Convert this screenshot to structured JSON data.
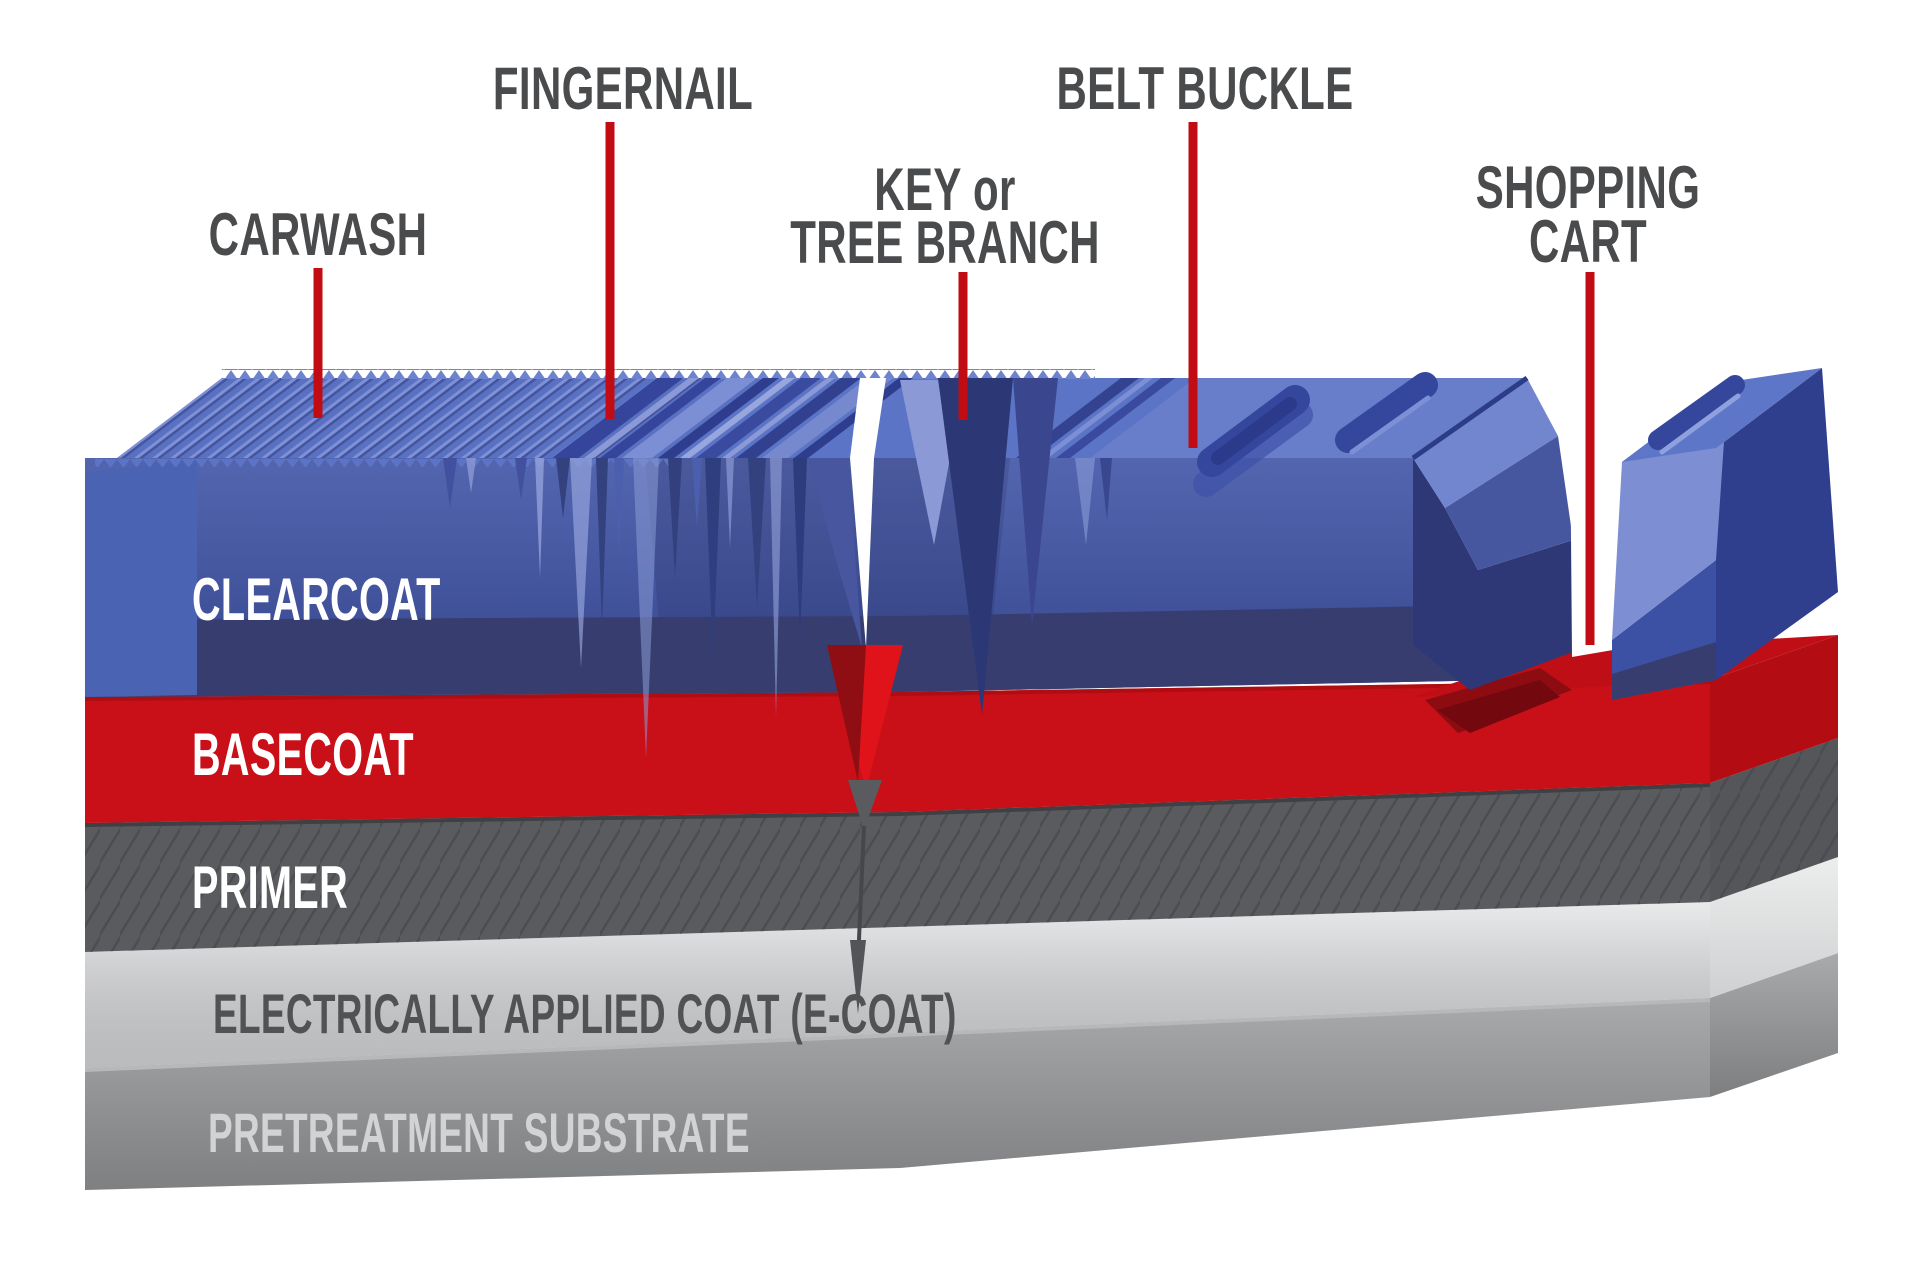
{
  "background": "#ffffff",
  "annotation": {
    "pointer_color": "#c00c12",
    "label_color": "#4a4b4d"
  },
  "damage_labels": [
    {
      "name": "carwash",
      "lines": [
        "CARWASH"
      ]
    },
    {
      "name": "fingernail",
      "lines": [
        "FINGERNAIL"
      ]
    },
    {
      "name": "key-or-tree-branch",
      "lines": [
        "KEY or",
        "TREE BRANCH"
      ]
    },
    {
      "name": "belt-buckle",
      "lines": [
        "BELT BUCKLE"
      ]
    },
    {
      "name": "shopping-cart",
      "lines": [
        "SHOPPING",
        "CART"
      ]
    }
  ],
  "layers": [
    {
      "name": "clearcoat",
      "label": "CLEARCOAT",
      "color": "#3c50a4",
      "label_color": "#ffffff"
    },
    {
      "name": "basecoat",
      "label": "BASECOAT",
      "color": "#c90f17",
      "label_color": "#ffffff"
    },
    {
      "name": "primer",
      "label": "PRIMER",
      "color": "#5a5b5f",
      "label_color": "#ffffff"
    },
    {
      "name": "e-coat",
      "label": "ELECTRICALLY APPLIED COAT (E-COAT)",
      "color": "#cfd0d2",
      "label_color": "#515254"
    },
    {
      "name": "pretreatment-substrate",
      "label": "PRETREATMENT SUBSTRATE",
      "color": "#97989a",
      "label_color": "#d2d3d4"
    }
  ]
}
